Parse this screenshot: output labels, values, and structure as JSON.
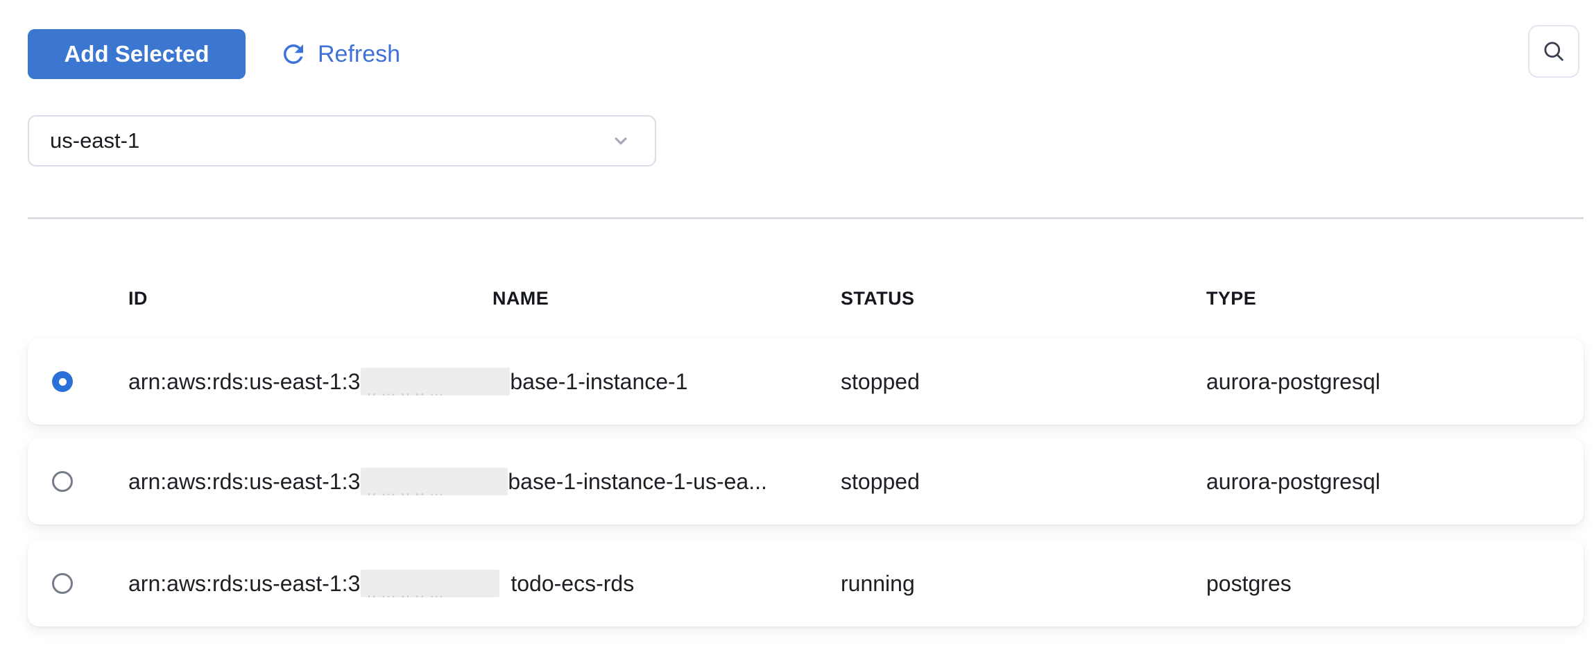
{
  "toolbar": {
    "add_selected_label": "Add Selected",
    "refresh_label": "Refresh"
  },
  "icons": {
    "refresh": "circular-arrow",
    "search": "magnifier",
    "region_dropdown": "chevron-down"
  },
  "region_select": {
    "value": "us-east-1"
  },
  "table": {
    "columns": [
      "ID",
      "NAME",
      "STATUS",
      "TYPE"
    ],
    "rows": [
      {
        "selected": true,
        "id_prefix": "arn:aws:rds:us-east-1:3",
        "id_redacted": true,
        "id_suffix": "base-1-instance-1",
        "name": "",
        "status": "stopped",
        "type": "aurora-postgresql"
      },
      {
        "selected": false,
        "id_prefix": "arn:aws:rds:us-east-1:3",
        "id_redacted": true,
        "id_suffix": "base-1-instance-1-us-ea...",
        "name": "",
        "status": "stopped",
        "type": "aurora-postgresql"
      },
      {
        "selected": false,
        "id_prefix": "arn:aws:rds:us-east-1:3",
        "id_redacted": true,
        "id_suffix": "todo-ecs-rds",
        "name": "",
        "status": "running",
        "type": "postgres"
      }
    ]
  },
  "colors": {
    "accent_button": "#3b76d1",
    "refresh_link": "#3f72d9",
    "radio_selected": "#2a70d8",
    "divider": "#d9dce3",
    "input_border": "#d9dce4",
    "redaction_bg": "#ededed"
  }
}
